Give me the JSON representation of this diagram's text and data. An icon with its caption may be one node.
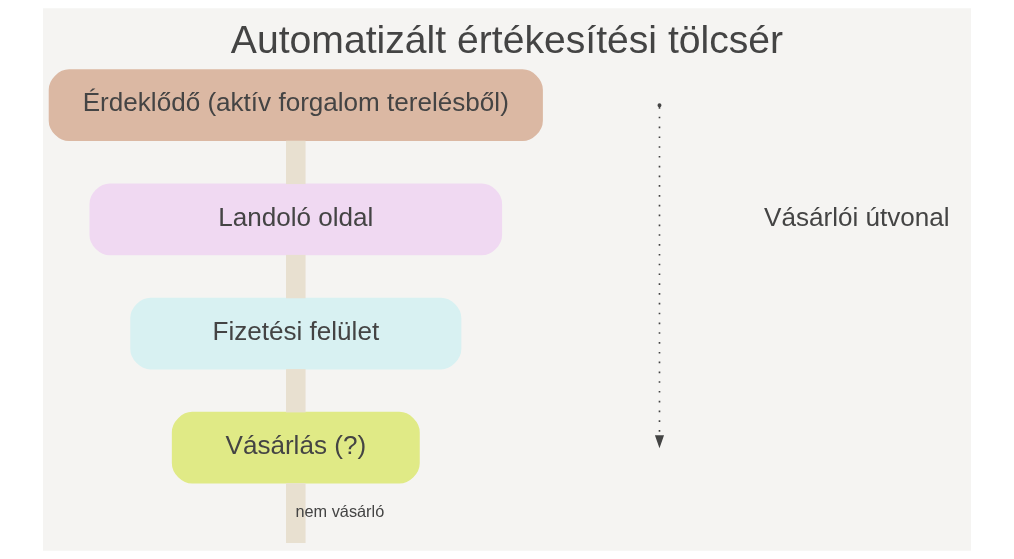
{
  "diagram": {
    "title": "Automatizált értékesítési tölcsér",
    "nodes": [
      {
        "text": [
          "Érdeklődő (aktív forgalom terelésből)"
        ]
      },
      {
        "text": [
          "Landoló oldal"
        ]
      },
      {
        "text": [
          "Fizetési felület"
        ]
      },
      {
        "text": [
          "Vásárlás (?)"
        ]
      }
    ],
    "edges": [
      {
        "from": 0,
        "to": 1,
        "arrow": "none"
      },
      {
        "from": 1,
        "to": 2,
        "arrow": "none"
      },
      {
        "from": 2,
        "to": 3,
        "arrow": "none"
      },
      {
        "from": 3,
        "to": null,
        "arrow": "none",
        "label": "nem vásárló"
      }
    ],
    "labels": [
      "Vásárlói útvonal"
    ]
  }
}
